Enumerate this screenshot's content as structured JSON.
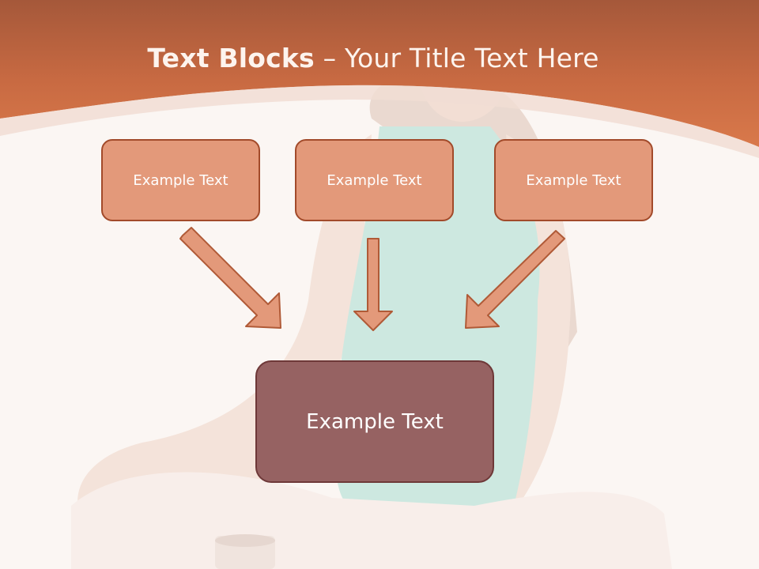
{
  "slide": {
    "title_bold": "Text Blocks",
    "title_separator": " – ",
    "title_rest": "Your Title Text Here"
  },
  "blocks": [
    {
      "label": "Example Text"
    },
    {
      "label": "Example Text"
    },
    {
      "label": "Example Text"
    }
  ],
  "main_block": {
    "label": "Example Text"
  },
  "colors": {
    "header": "#c96a40",
    "block_fill": "#e3997a",
    "block_border": "#a24a2a",
    "main_fill": "#966262",
    "main_border": "#6e3838",
    "arrow_fill": "#e3997a",
    "arrow_stroke": "#b05a37",
    "background": "#fbf6f3"
  }
}
